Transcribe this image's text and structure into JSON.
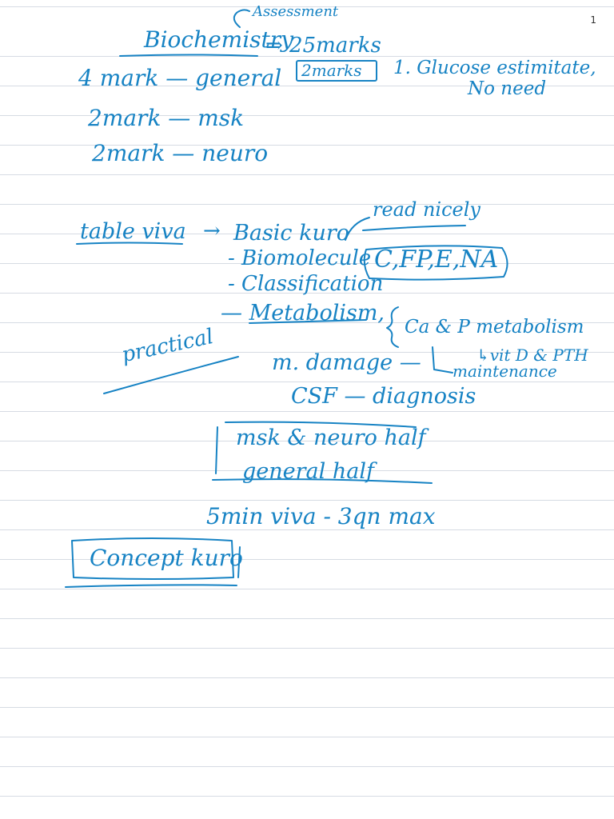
{
  "page_number": "1",
  "ink_color": "#1783c4",
  "header": {
    "subject": "Biochemistry",
    "total": "⇒ 25marks",
    "annotation": "Assessment",
    "boxed_marks": "2marks",
    "note_line1": "1. Glucose estimitate,",
    "note_line2": "No need"
  },
  "mark_breakdown": [
    {
      "text": "4 mark — general"
    },
    {
      "text": "2mark — msk"
    },
    {
      "text": "2mark — neuro"
    }
  ],
  "table_viva": {
    "label": "table viva",
    "arrow": "→",
    "title": "Basic kuro",
    "side_note": "read nicely",
    "items": [
      {
        "text": "- Biomolecule"
      },
      {
        "text": "- Classification"
      },
      {
        "text": "— Metabolism,"
      }
    ],
    "biomolecule_box": "C,FP,E,NA",
    "metabolism_note": "Ca & P metabolism",
    "vitd_note": "↳vit D & PTH",
    "maintenance_note": "maintenance"
  },
  "practical": {
    "label": "practical",
    "items": [
      {
        "text": "m. damage —"
      },
      {
        "text": "CSF — diagnosis"
      }
    ]
  },
  "split_box": {
    "line1": "msk & neuro half",
    "line2": "general half"
  },
  "viva_time": "5min viva - 3qn max",
  "concept_box": "Concept kuro"
}
